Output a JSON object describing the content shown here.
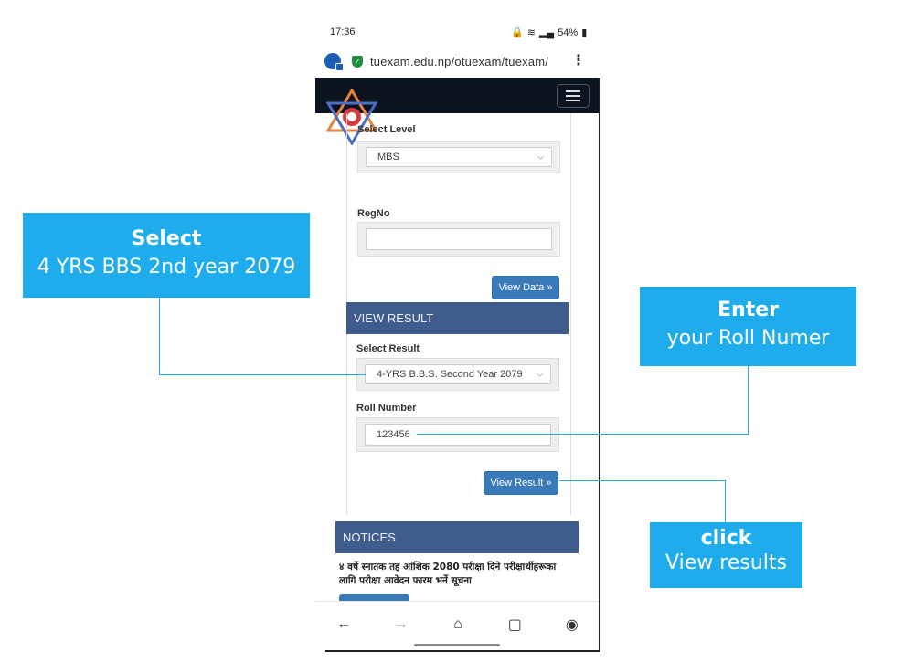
{
  "status_bar": {
    "time": "17:36",
    "battery": "54%"
  },
  "browser": {
    "url": "tuexam.edu.np/otuexam/tuexam/"
  },
  "form1": {
    "level_label": "Select Level",
    "level_value": "MBS",
    "regno_label": "RegNo",
    "regno_value": "",
    "view_data_button": "View Data »"
  },
  "view_result": {
    "header": "VIEW RESULT",
    "select_label": "Select Result",
    "select_value": "4-YRS B.B.S. Second Year 2079",
    "roll_label": "Roll Number",
    "roll_value": "123456",
    "button": "View Result »"
  },
  "notices": {
    "header": "NOTICES",
    "item": "४ वर्षे स्नातक तह आंशिक 2080 परीक्षा दिने परीक्षार्थीहरूका लागि परीक्षा आवेदन फारम भर्ने सूचना"
  },
  "callouts": {
    "select": {
      "title": "Select",
      "sub": "4 YRS BBS 2nd year 2079"
    },
    "enter": {
      "title": "Enter",
      "sub": "your Roll Numer"
    },
    "click": {
      "title": "click",
      "sub": "View results"
    }
  },
  "colors": {
    "callout": "#1eacec",
    "section_header": "#3f5d8c",
    "button": "#3a7ab8",
    "navbar": "#0b1420"
  }
}
